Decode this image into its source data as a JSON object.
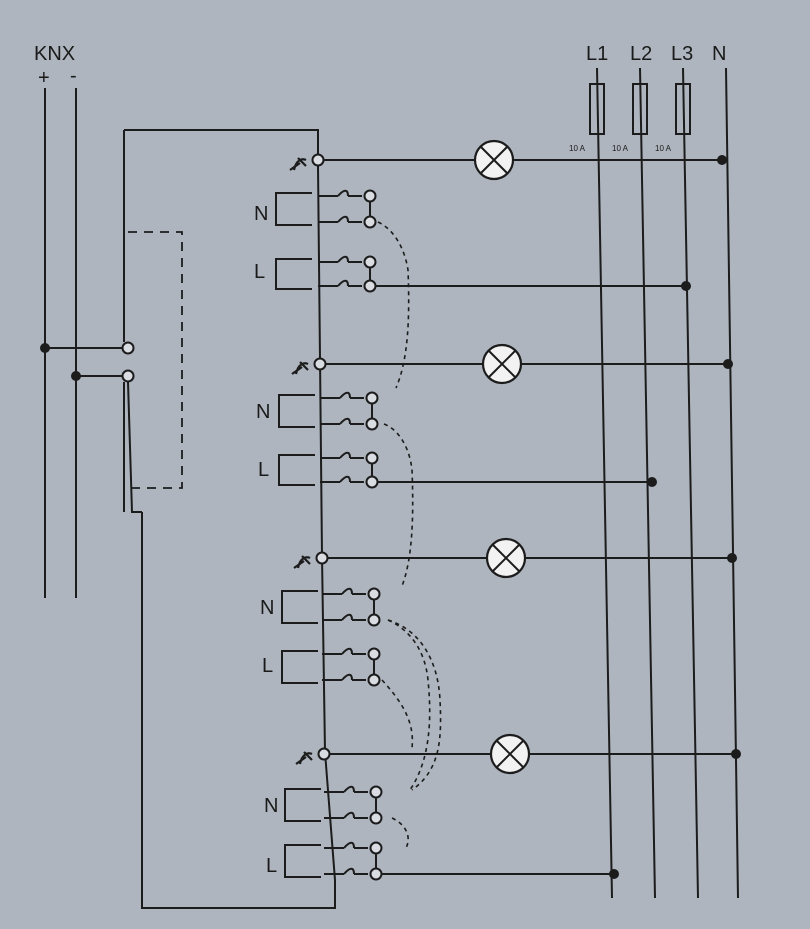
{
  "diagram": {
    "bus_label": "KNX",
    "bus_plus": "+",
    "bus_minus": "-",
    "phase_labels": [
      "L1",
      "L2",
      "L3",
      "N"
    ],
    "fuse_ratings": [
      "10 A",
      "10 A",
      "10 A"
    ],
    "channels": [
      {
        "n_label": "N",
        "l_label": "L",
        "supply_phase": "L3"
      },
      {
        "n_label": "N",
        "l_label": "L",
        "supply_phase": "L2"
      },
      {
        "n_label": "N",
        "l_label": "L",
        "supply_phase": "none"
      },
      {
        "n_label": "N",
        "l_label": "L",
        "supply_phase": "L1"
      }
    ],
    "colors": {
      "paper": "#aeb5be",
      "line": "#1c1c1c",
      "lamp": "#f2f2f2"
    }
  }
}
